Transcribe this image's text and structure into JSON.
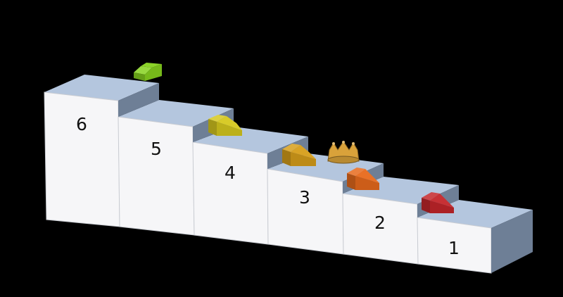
{
  "scene": {
    "background": "#000000",
    "steps": [
      {
        "number": "6",
        "piece": {
          "kind": "wedge",
          "icon": "wedge-piece-icon",
          "color": "#86d21e"
        }
      },
      {
        "number": "5",
        "piece": {
          "kind": "wedge",
          "icon": "wedge-piece-icon",
          "color": "#d6c81e"
        }
      },
      {
        "number": "4",
        "piece": {
          "kind": "wedge",
          "icon": "wedge-piece-icon",
          "color": "#d79e1a"
        }
      },
      {
        "number": "3",
        "piece": {
          "kind": "crown",
          "icon": "crown-icon",
          "color": "#d9a23a"
        }
      },
      {
        "number": "2",
        "piece": {
          "kind": "wedge",
          "icon": "wedge-piece-icon",
          "color": "#e86a1c"
        }
      },
      {
        "number": "1",
        "piece": {
          "kind": "wedge",
          "icon": "wedge-piece-icon",
          "color": "#c4262a"
        }
      }
    ],
    "colors": {
      "block_front": "#f6f6f8",
      "block_top": "#b4c6de",
      "block_side": "#6e7f96",
      "block_edge": "#c9ccd2"
    }
  }
}
